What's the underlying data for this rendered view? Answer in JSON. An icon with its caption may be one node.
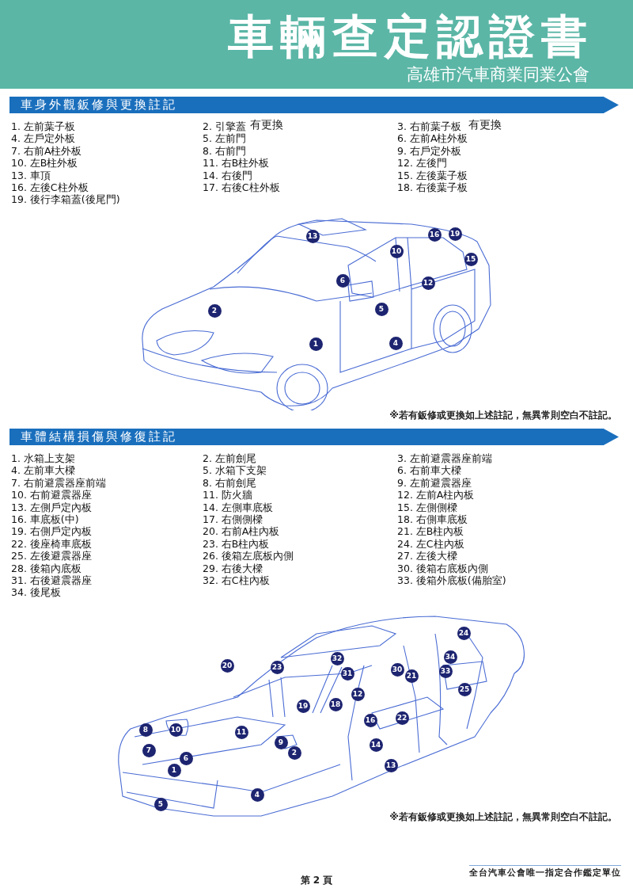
{
  "diagram": {
    "title": "車輛查定認證書",
    "nodes": [
      {
        "text": [
          "車身外觀鈑修與更換註記"
        ]
      },
      {
        "text": [
          "車體結構損傷與修復註記"
        ]
      }
    ],
    "edges": [],
    "labels": [
      "高雄市汽車商業同業公會",
      "1. 左前葉子板",
      "2. 引擎蓋",
      "有更換",
      "3. 右前葉子板",
      "有更換",
      "4. 左戶定外板",
      "5. 左前門",
      "6. 左前A柱外板",
      "7. 右前A柱外板",
      "8. 右前門",
      "9. 右戶定外板",
      "10. 左B柱外板",
      "11. 右B柱外板",
      "12. 左後門",
      "13. 車頂",
      "14. 右後門",
      "15. 左後葉子板",
      "16. 左後C柱外板",
      "17. 右後C柱外板",
      "18. 右後葉子板",
      "19. 後行李箱蓋(後尾門)",
      "13",
      "16",
      "19",
      "10",
      "15",
      "6",
      "12",
      "2",
      "5",
      "1",
      "4",
      "※若有鈑修或更換如上述註記，無異常則空白不註記。",
      "1. 水箱上支架",
      "2. 左前劍尾",
      "3. 左前避震器座前端",
      "4. 左前車大樑",
      "5. 水箱下支架",
      "6. 右前車大樑",
      "7. 右前避震器座前端",
      "8. 右前劍尾",
      "9. 左前避震器座",
      "10. 右前避震器座",
      "11. 防火牆",
      "12. 左前A柱內板",
      "13. 左側戶定內板",
      "14. 左側車底板",
      "15. 左側側樑",
      "16. 車底板(中)",
      "17. 右側側樑",
      "18. 右側車底板",
      "19. 右側戶定內板",
      "20. 右前A柱內板",
      "21. 左B柱內板",
      "22. 後座椅車底板",
      "23. 右B柱內板",
      "24. 左C柱內板",
      "25. 左後避震器座",
      "26. 後箱左底板內側",
      "27. 左後大樑",
      "28. 後箱內底板",
      "29. 右後大樑",
      "30. 後箱右底板內側",
      "31. 右後避震器座",
      "32. 右C柱內板",
      "33. 後箱外底板(備胎室)",
      "34. 後尾板",
      "24",
      "32",
      "34",
      "20",
      "23",
      "30",
      "33",
      "31",
      "21",
      "25",
      "12",
      "19",
      "18",
      "22",
      "16",
      "8",
      "10",
      "11",
      "9",
      "14",
      "7",
      "2",
      "6",
      "13",
      "1",
      "4",
      "5",
      "※若有鈑修或更換如上述註記，無異常則空白不註記。",
      "全台汽車公會唯一指定合作鑑定單位",
      "第 2 頁"
    ]
  }
}
